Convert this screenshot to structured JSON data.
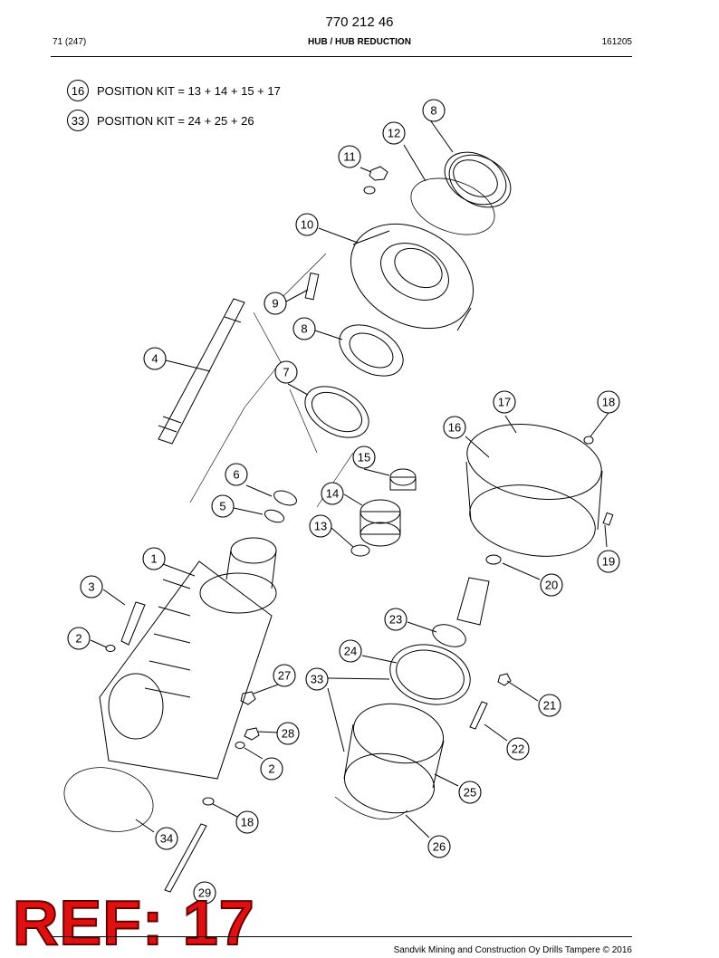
{
  "header": {
    "doc_number": "770 212 46",
    "page": "71 (247)",
    "section": "HUB / HUB REDUCTION",
    "date_code": "161205"
  },
  "kits": [
    {
      "number": "16",
      "text": "POSITION KIT = 13 + 14 + 15 + 17"
    },
    {
      "number": "33",
      "text": "POSITION KIT = 24 + 25 + 26"
    }
  ],
  "callouts": [
    "8",
    "12",
    "11",
    "10",
    "9",
    "8",
    "4",
    "7",
    "17",
    "18",
    "16",
    "15",
    "6",
    "5",
    "14",
    "13",
    "1",
    "19",
    "20",
    "3",
    "23",
    "24",
    "2",
    "27",
    "33",
    "21",
    "28",
    "22",
    "2",
    "25",
    "18",
    "34",
    "26",
    "29"
  ],
  "stamp": {
    "text": "REF: 17",
    "color": "#e01010"
  },
  "footer": {
    "text": "Sandvik Mining and Construction Oy Drills Tampere © 2016"
  }
}
